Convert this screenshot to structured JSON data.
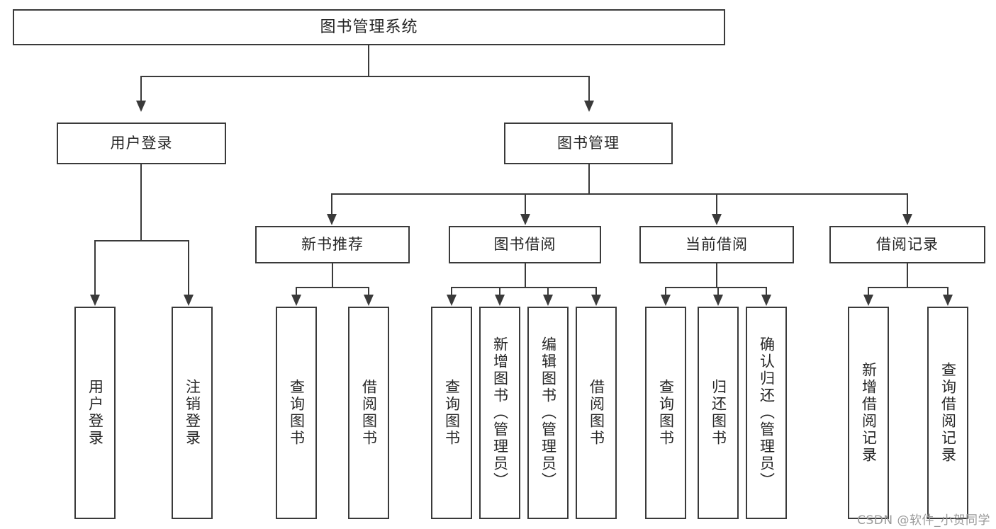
{
  "diagram": {
    "type": "tree-hierarchy",
    "title": "图书管理系统",
    "watermark": "CSDN @软件_小贺同学",
    "levels": 4,
    "colors": {
      "stroke": "#3a3a3a",
      "fill": "#ffffff",
      "text": "#262626",
      "watermark": "#9a9a9a"
    }
  },
  "root": {
    "label": "图书管理系统"
  },
  "level2": [
    {
      "label": "用户登录"
    },
    {
      "label": "图书管理"
    }
  ],
  "level3": [
    {
      "label": "新书推荐"
    },
    {
      "label": "图书借阅"
    },
    {
      "label": "当前借阅"
    },
    {
      "label": "借阅记录"
    }
  ],
  "leaves": {
    "user_login": [
      {
        "label": "用户登录"
      },
      {
        "label": "注销登录"
      }
    ],
    "new_book_recommend": [
      {
        "label": "查询图书"
      },
      {
        "label": "借阅图书"
      }
    ],
    "book_borrow": [
      {
        "label": "查询图书"
      },
      {
        "label": "新增图书（管理员）"
      },
      {
        "label": "编辑图书（管理员）"
      },
      {
        "label": "借阅图书"
      }
    ],
    "current_borrow": [
      {
        "label": "查询图书"
      },
      {
        "label": "归还图书"
      },
      {
        "label": "确认归还（管理员）"
      }
    ],
    "borrow_record": [
      {
        "label": "新增借阅记录"
      },
      {
        "label": "查询借阅记录"
      }
    ]
  }
}
